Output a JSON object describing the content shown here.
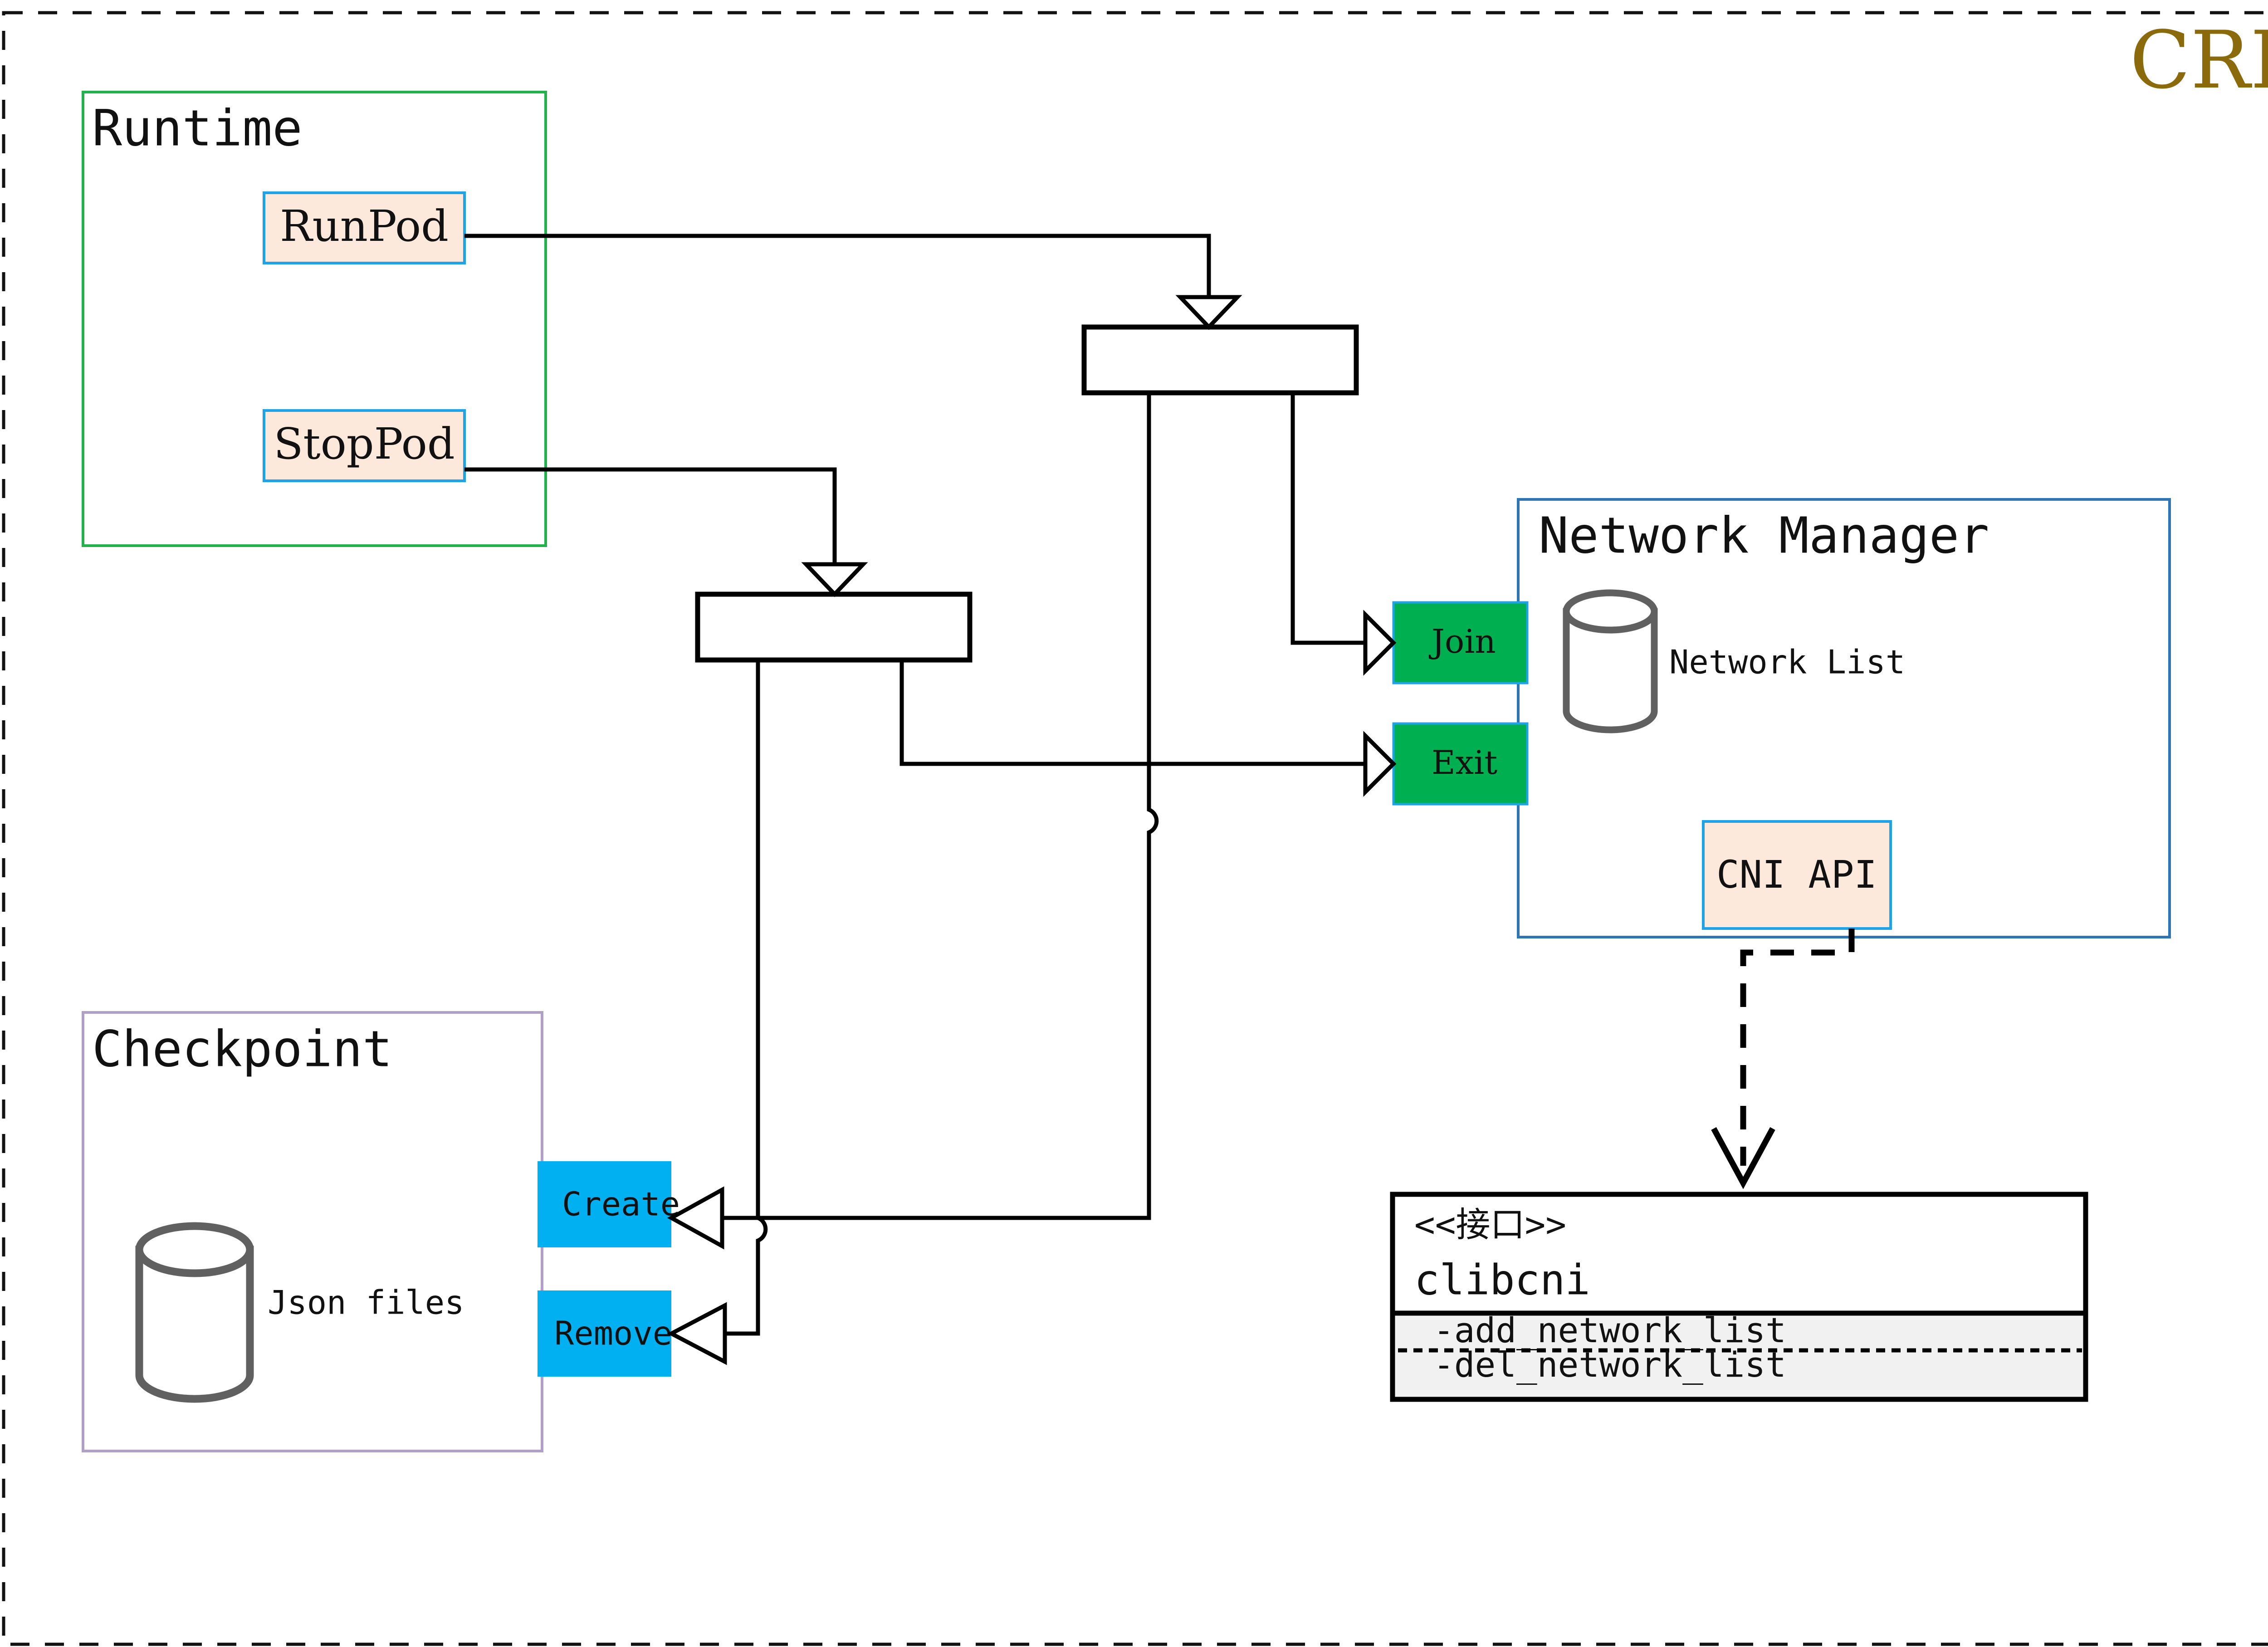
{
  "diagram": {
    "title": "CRI",
    "title_color": "#8a6a0a",
    "outer_frame": "dashed-border",
    "colors": {
      "runtime_border": "#22b14c",
      "checkpoint_border": "#b0a0c8",
      "network_manager_border": "#2e75b6",
      "peach_fill": "#fce9dc",
      "peach_border": "#1fa3e8",
      "green_fill": "#00b050",
      "blue_fill": "#00b0f0",
      "cylinder_stroke": "#606060",
      "wire": "#000000",
      "iface_body": "#ffffff",
      "iface_ops": "#f1f1f1"
    },
    "groups": {
      "runtime": {
        "label": "Runtime",
        "items": [
          {
            "label": "RunPod"
          },
          {
            "label": "StopPod"
          }
        ]
      },
      "checkpoint": {
        "label": "Checkpoint",
        "store_label": "Json files",
        "store_icon": "cylinder-database-icon",
        "items": [
          {
            "label": "Create"
          },
          {
            "label": "Remove"
          }
        ]
      },
      "network_manager": {
        "label": "Network Manager",
        "store_label": "Network List",
        "store_icon": "cylinder-database-icon",
        "ports": [
          {
            "label": "Join"
          },
          {
            "label": "Exit"
          }
        ],
        "api": {
          "label": "CNI API"
        }
      },
      "interface": {
        "stereotype": "<<接口>>",
        "name": "clibcni",
        "operations": [
          "-add_network_list",
          "-del_network_list"
        ]
      }
    },
    "junctions": [
      {
        "name": "runpod-fanout-junction"
      },
      {
        "name": "stoppod-fanout-junction"
      }
    ],
    "edges": [
      {
        "from": "RunPod",
        "to": "runpod-fanout-junction",
        "style": "solid",
        "arrow": "hollow-triangle"
      },
      {
        "from": "StopPod",
        "to": "stoppod-fanout-junction",
        "style": "solid",
        "arrow": "hollow-triangle"
      },
      {
        "from": "runpod-fanout-junction",
        "to": "Join",
        "style": "solid",
        "arrow": "hollow-triangle"
      },
      {
        "from": "runpod-fanout-junction",
        "to": "Create",
        "style": "solid",
        "arrow": "hollow-triangle"
      },
      {
        "from": "stoppod-fanout-junction",
        "to": "Exit",
        "style": "solid",
        "arrow": "hollow-triangle"
      },
      {
        "from": "stoppod-fanout-junction",
        "to": "Remove",
        "style": "solid",
        "arrow": "hollow-triangle"
      },
      {
        "from": "CNI API",
        "to": "clibcni",
        "style": "dashed",
        "arrow": "open-v"
      }
    ]
  }
}
